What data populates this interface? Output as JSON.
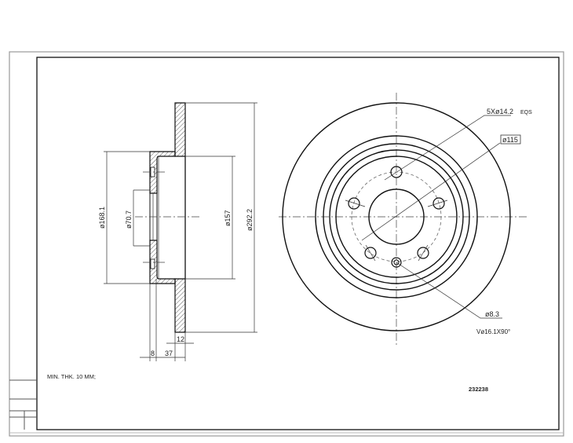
{
  "drawing": {
    "part_number": "232238",
    "note": "MIN. THK. 10 MM;",
    "section_view": {
      "dims": {
        "d_outer": "ø292.2",
        "d_hat": "ø168.1",
        "d_center_bore": "ø70.7",
        "d_inner": "ø157",
        "thickness": "12",
        "hat_wall": "8",
        "height": "37"
      }
    },
    "front_view": {
      "bolt_holes": "5Xø14.2",
      "bolt_holes_suffix": "EQS",
      "bolt_circle": "ø115",
      "small_hole": "ø8.3",
      "countersink": "Vø16.1X90°"
    }
  }
}
